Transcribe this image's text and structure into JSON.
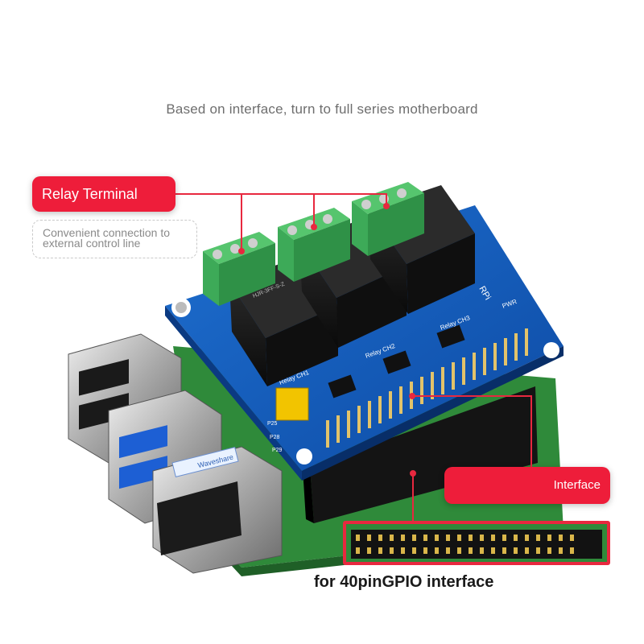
{
  "headline": "Based on interface, turn to   full series motherboard",
  "callouts": {
    "relay_terminal": {
      "title": "Relay Terminal",
      "description_line1": "Convenient connection to",
      "description_line2": "external control line"
    },
    "interface": {
      "title": "Interface"
    },
    "gpio_caption": "for 40pinGPIO interface"
  },
  "board_labels": {
    "relay_ch1": "Relay CH1",
    "relay_ch2": "Relay CH2",
    "relay_ch3": "Relay CH3",
    "pwr": "PWR",
    "rpi": "RPi",
    "p25": "P25",
    "p28": "P28",
    "p29": "P29",
    "relay_marking": "HJR-3FF-S-Z",
    "waveshare": "Waveshare",
    "pcb_blue": "#1565c0",
    "relay_black": "#121212",
    "terminal_green": "#3daa58",
    "host_pcb_green": "#2f8a3a"
  },
  "colors": {
    "accent_red": "#ee1d3a",
    "line_red": "#e8283f"
  }
}
